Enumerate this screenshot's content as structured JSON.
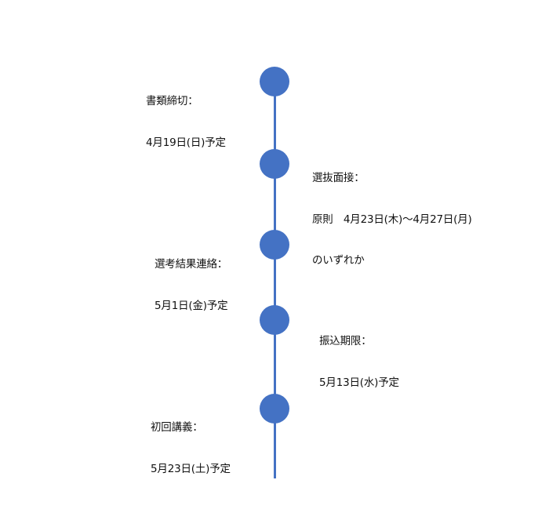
{
  "timeline": {
    "accent_color": "#4472C4",
    "events": [
      {
        "title": "書類締切：",
        "lines": [
          "4月19日(日)予定"
        ],
        "side": "left"
      },
      {
        "title": "選抜面接：",
        "lines": [
          "原則　4月23日(木)～4月27日(月)",
          "のいずれか"
        ],
        "side": "right"
      },
      {
        "title": "選考結果連絡：",
        "lines": [
          "5月1日(金)予定"
        ],
        "side": "left"
      },
      {
        "title": "振込期限：",
        "lines": [
          "5月13日(水)予定"
        ],
        "side": "right"
      },
      {
        "title": "初回講義：",
        "lines": [
          "5月23日(土)予定"
        ],
        "side": "left"
      }
    ]
  }
}
